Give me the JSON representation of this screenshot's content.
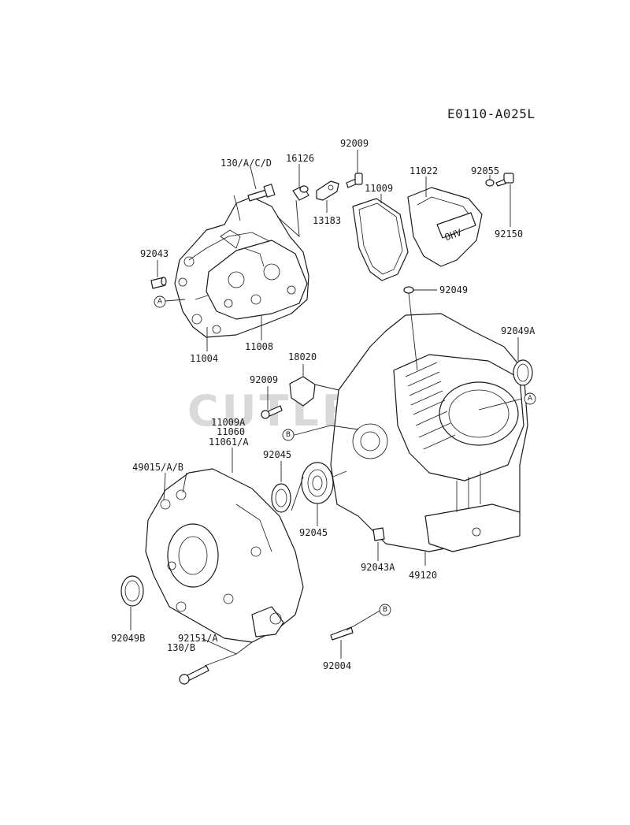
{
  "diagram": {
    "reference_code": "E0110-A025L",
    "watermark": "CUTLER",
    "callouts": {
      "p130acd": "130/A/C/D",
      "p16126": "16126",
      "p92009_top": "92009",
      "p11022": "11022",
      "p92055": "92055",
      "p11009": "11009",
      "p13183": "13183",
      "p92150": "92150",
      "p92043": "92043",
      "p92049": "92049",
      "p11004": "11004",
      "p11008": "11008",
      "p92049A": "92049A",
      "p18020": "18020",
      "p92009_mid": "92009",
      "p11009A": "11009A",
      "p11060": "11060",
      "p11061A": "11061/A",
      "p92045_top": "92045",
      "p49015AB": "49015/A/B",
      "p92045_bot": "92045",
      "p92043A": "92043A",
      "p49120": "49120",
      "p92049B": "92049B",
      "p92151A": "92151/A",
      "p130B": "130/B",
      "p92004": "92004"
    },
    "markers": {
      "a1": "A",
      "a2": "A",
      "b1": "B",
      "b2": "B"
    },
    "cover_text": "OHV"
  }
}
